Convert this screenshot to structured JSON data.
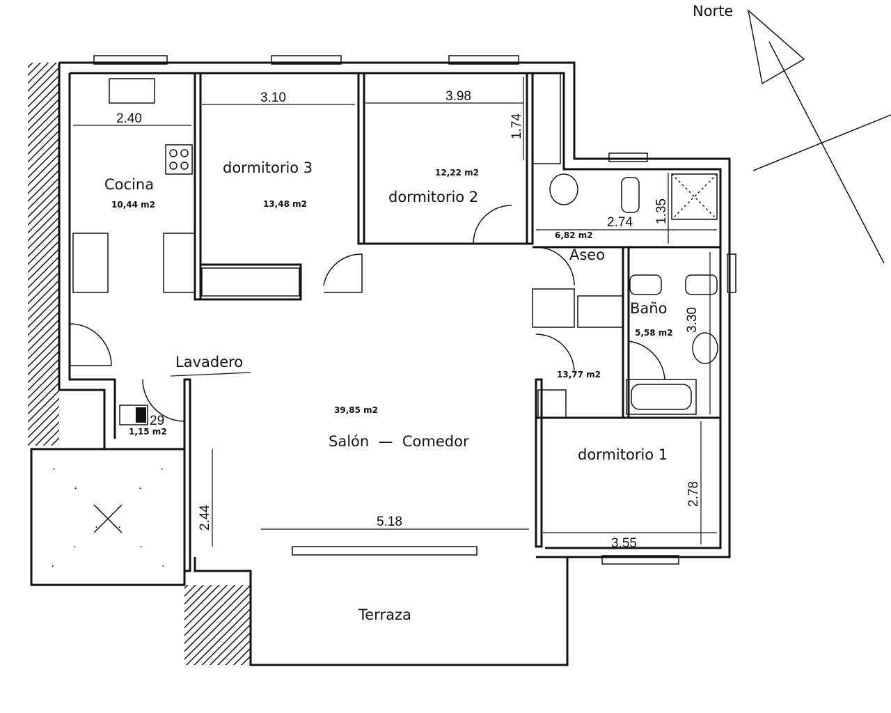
{
  "north_label": "Norte",
  "rooms": {
    "cocina": {
      "name": "Cocina",
      "area": "10,44 m2"
    },
    "dormitorio3": {
      "name": "dormitorio 3",
      "area": "13,48 m2"
    },
    "dormitorio2": {
      "name": "dormitorio 2",
      "area": "12,22 m2"
    },
    "aseo": {
      "name": "Aseo",
      "area": "6,82 m2"
    },
    "bano": {
      "name": "Baño",
      "area": "5,58 m2"
    },
    "pasillo": {
      "area": "13,77 m2"
    },
    "lavadero": {
      "name": "Lavadero",
      "area": "1,15 m2",
      "dim": "29"
    },
    "salon": {
      "name": "Salón  —  Comedor",
      "area": "39,85 m2"
    },
    "dormitorio1": {
      "name": "dormitorio 1"
    },
    "terraza": {
      "name": "Terraza"
    }
  },
  "dimensions": {
    "cocina_width": "2.40",
    "dorm3_width": "3.10",
    "dorm2_width": "3.98",
    "dorm2_closet": "1.74",
    "aseo_width": "2.74",
    "aseo_depth": "1.35",
    "bano_length": "3.30",
    "salon_width": "5.18",
    "salon_side": "2.44",
    "dorm1_width": "3.55",
    "dorm1_depth": "2.78"
  }
}
